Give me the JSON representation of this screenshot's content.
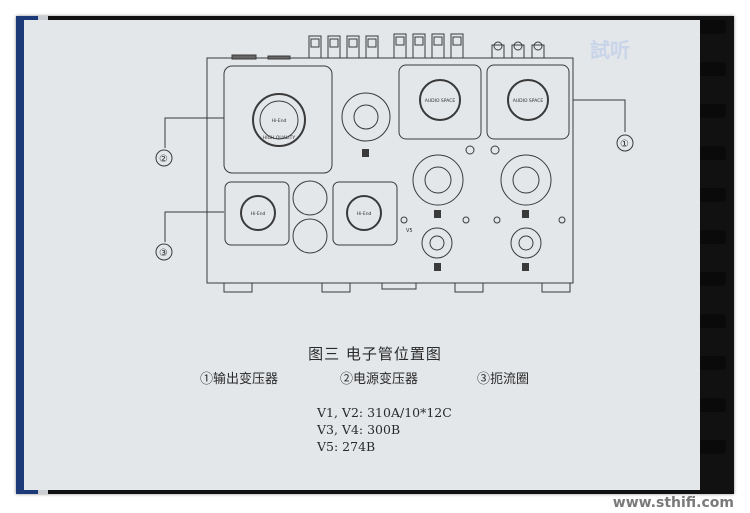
{
  "figure": {
    "callout_1": "①",
    "callout_2": "②",
    "callout_3": "③",
    "labels": {
      "v5": "V5",
      "tube_code": "AUDIO SPACE",
      "transformer_text": "Hi-End",
      "quality_text": "HIGH QUALITY"
    }
  },
  "caption": {
    "title": "图三  电子管位置图",
    "legend_1": "①输出变压器",
    "legend_2": "②电源变压器",
    "legend_3": "③扼流圈"
  },
  "specs": {
    "line_1": "V1, V2: 310A/10*12C",
    "line_2": "V3, V4: 300B",
    "line_3": "V5: 274B"
  },
  "watermark": {
    "bottom": "www.sthifi.com",
    "top": "試听"
  }
}
